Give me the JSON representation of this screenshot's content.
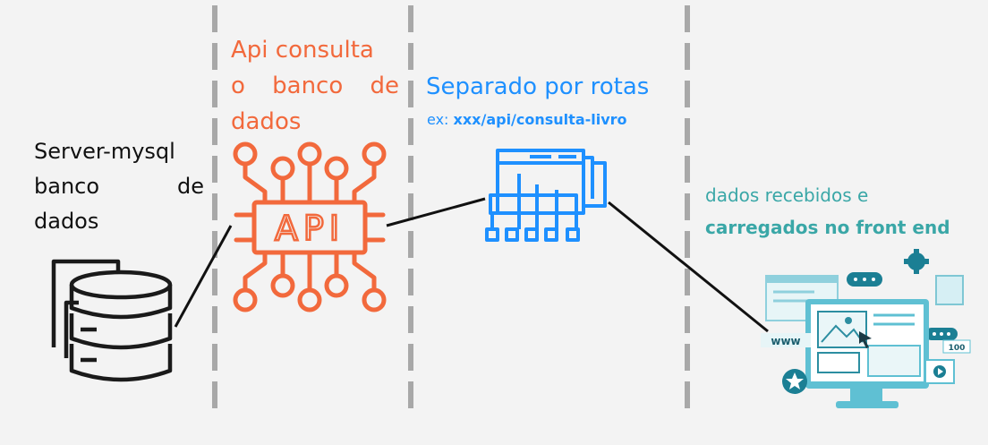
{
  "columns": {
    "database": {
      "line1": "Server-mysql",
      "line2_a": "banco",
      "line2_b": "de",
      "line3": "dados"
    },
    "api": {
      "line1": "Api consulta",
      "line2_a": "o",
      "line2_b": "banco",
      "line2_c": "de",
      "line3": "dados",
      "icon_text": "API"
    },
    "routes": {
      "title": "Separado por rotas",
      "example_prefix": "ex:",
      "example_route": "xxx/api/consulta-livro"
    },
    "frontend": {
      "line1": "dados recebidos e",
      "line2": "carregados no front end",
      "badge_www": "www",
      "badge_count": "100"
    }
  },
  "colors": {
    "background": "#f3f3f3",
    "divider": "#a8a8a8",
    "database": "#111111",
    "api": "#f2693c",
    "routes": "#1e90ff",
    "frontend": "#3aa7a7"
  },
  "icons": [
    "database-icon",
    "api-chip-icon",
    "browser-routes-icon",
    "frontend-illustration-icon"
  ]
}
